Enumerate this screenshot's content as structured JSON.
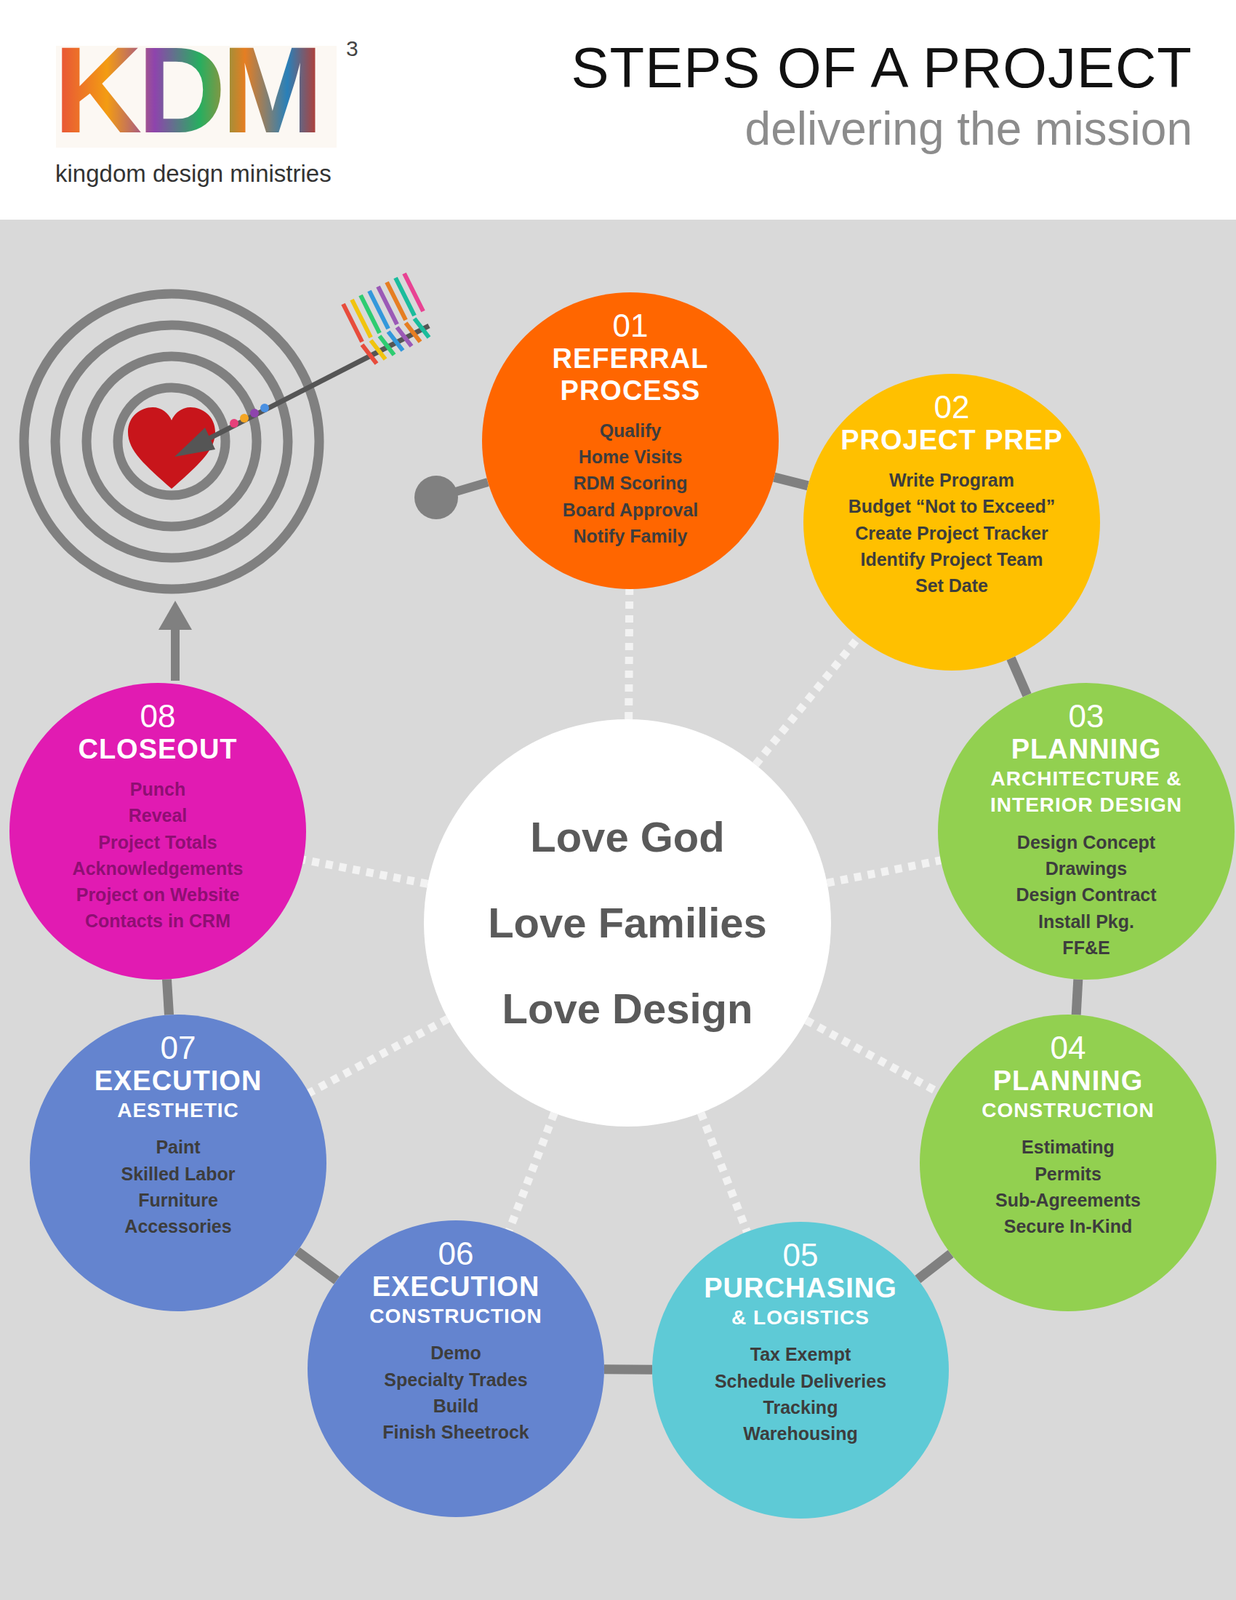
{
  "diagram": {
    "title": "STEPS OF A PROJECT",
    "nodes": [
      {
        "text": [
          "01",
          "REFERRAL PROCESS",
          "Qualify",
          "Home Visits",
          "RDM Scoring",
          "Board Approval",
          "Notify Family"
        ]
      },
      {
        "text": [
          "02",
          "PROJECT PREP",
          "Write Program",
          "Budget “Not to Exceed”",
          "Create Project Tracker",
          "Identify Project Team",
          "Set Date"
        ]
      },
      {
        "text": [
          "03",
          "PLANNING",
          "ARCHITECTURE & INTERIOR DESIGN",
          "Design Concept",
          "Drawings",
          "Design Contract",
          "Install Pkg.",
          "FF&E"
        ]
      },
      {
        "text": [
          "04",
          "PLANNING",
          "CONSTRUCTION",
          "Estimating",
          "Permits",
          "Sub-Agreements",
          "Secure In-Kind"
        ]
      },
      {
        "text": [
          "05",
          "PURCHASING",
          "& LOGISTICS",
          "Tax Exempt",
          "Schedule Deliveries",
          "Tracking",
          "Warehousing"
        ]
      },
      {
        "text": [
          "06",
          "EXECUTION",
          "CONSTRUCTION",
          "Demo",
          "Specialty Trades",
          "Build",
          "Finish Sheetrock"
        ]
      },
      {
        "text": [
          "07",
          "EXECUTION",
          "AESTHETIC",
          "Paint",
          "Skilled Labor",
          "Furniture",
          "Accessories"
        ]
      },
      {
        "text": [
          "08",
          "CLOSEOUT",
          "Punch",
          "Reveal",
          "Project Totals",
          "Acknowledgements",
          "Project on Website",
          "Contacts in CRM"
        ]
      },
      {
        "text": [
          "Love God",
          "Love Families",
          "Love Design"
        ]
      }
    ],
    "edges": [
      {
        "from": 0,
        "to": 1,
        "arrow": "none"
      },
      {
        "from": 1,
        "to": 2,
        "arrow": "none"
      },
      {
        "from": 2,
        "to": 3,
        "arrow": "none"
      },
      {
        "from": 3,
        "to": 4,
        "arrow": "none"
      },
      {
        "from": 4,
        "to": 5,
        "arrow": "none"
      },
      {
        "from": 5,
        "to": 6,
        "arrow": "none"
      },
      {
        "from": 6,
        "to": 7,
        "arrow": "none"
      },
      {
        "from": 8,
        "to": 0,
        "arrow": "none"
      },
      {
        "from": 8,
        "to": 1,
        "arrow": "none"
      },
      {
        "from": 8,
        "to": 2,
        "arrow": "none"
      },
      {
        "from": 8,
        "to": 3,
        "arrow": "none"
      },
      {
        "from": 8,
        "to": 4,
        "arrow": "none"
      },
      {
        "from": 8,
        "to": 5,
        "arrow": "none"
      },
      {
        "from": 8,
        "to": 6,
        "arrow": "none"
      },
      {
        "from": 8,
        "to": 7,
        "arrow": "none"
      }
    ],
    "labels": [
      "KDM",
      "3",
      "kingdom design ministries",
      "delivering the mission"
    ]
  }
}
